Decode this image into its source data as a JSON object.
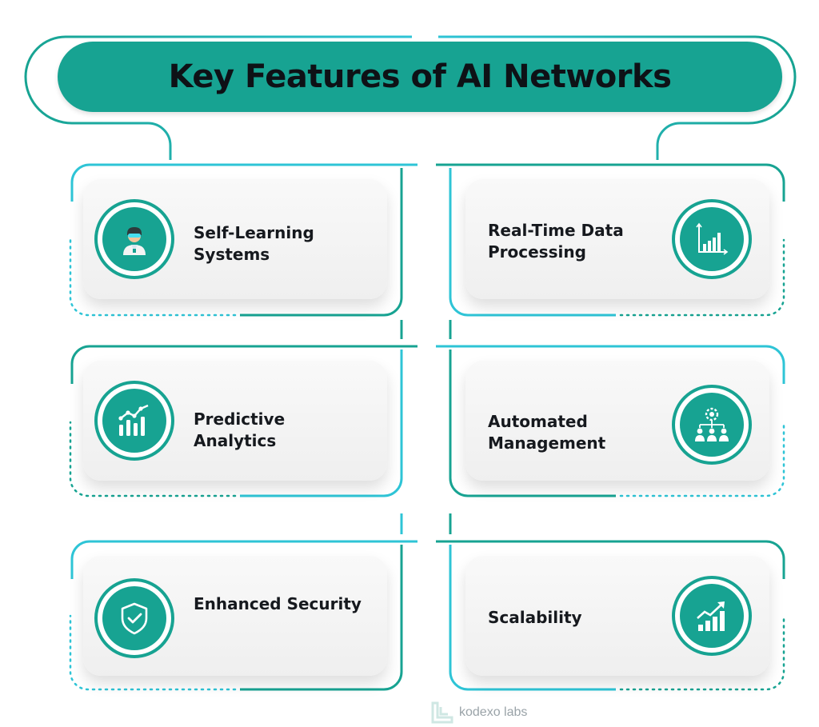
{
  "title": "Key Features of AI Networks",
  "features": [
    {
      "label": "Self-Learning\nSystems",
      "icon": "engineer-icon"
    },
    {
      "label": "Real-Time Data\nProcessing",
      "icon": "bar-chart-icon"
    },
    {
      "label": "Predictive\nAnalytics",
      "icon": "analytics-trend-icon"
    },
    {
      "label": "Automated\nManagement",
      "icon": "team-gear-icon"
    },
    {
      "label": "Enhanced Security",
      "icon": "shield-check-icon"
    },
    {
      "label": "Scalability",
      "icon": "growth-chart-icon"
    }
  ],
  "brand": {
    "name": "kodexo labs"
  },
  "colors": {
    "primary": "#17a392",
    "accent": "#2ec4d6",
    "text": "#16191e"
  }
}
